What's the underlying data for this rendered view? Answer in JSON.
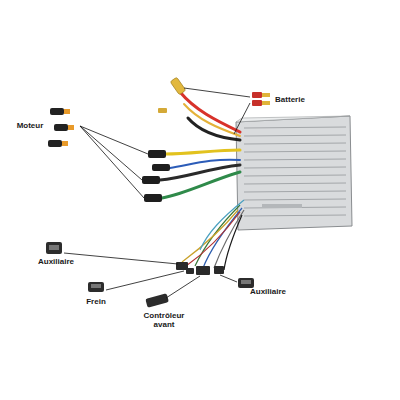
{
  "diagram": {
    "labels": [
      "Batterie",
      "Moteur",
      "Auxiliaire",
      "Auxiliaire",
      "Frein",
      "Contrôleur avant"
    ]
  }
}
